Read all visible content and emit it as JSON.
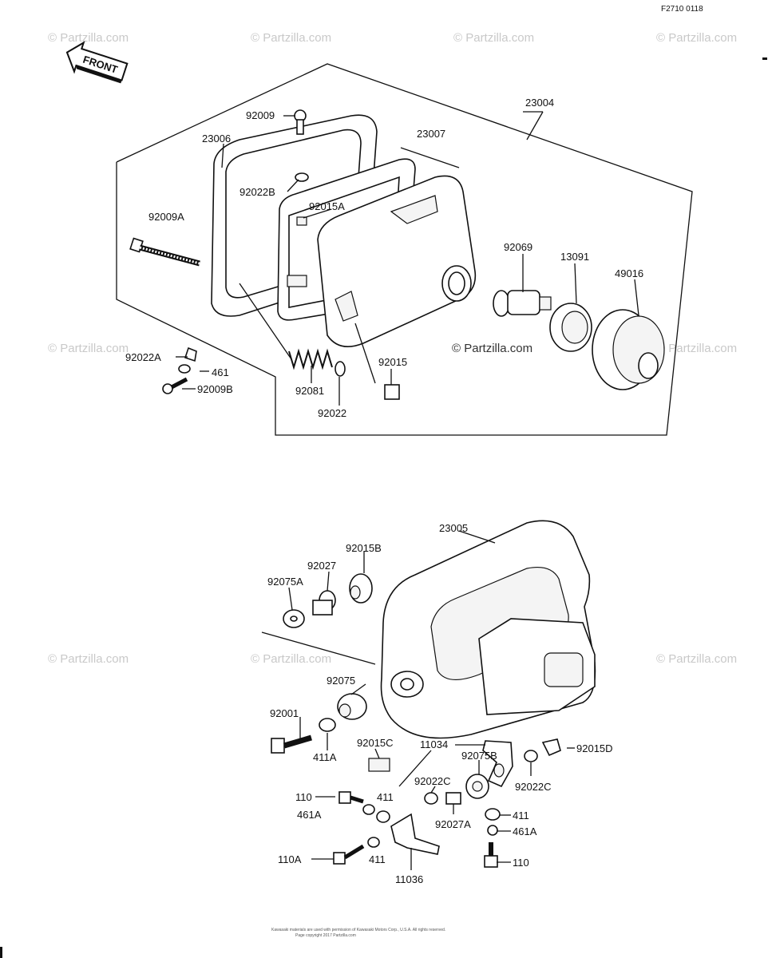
{
  "ref_code": "F2710 0118",
  "front_label": "FRONT",
  "watermark": "© Partzilla.com",
  "watermark_center": "© Partzilla.com",
  "footer": {
    "line1": "Kawasaki materials are used with permission of Kawasaki Motors Corp., U.S.A. All rights reserved.",
    "line2": "Page copyright 2017 Partzilla.com"
  },
  "labels": {
    "p23004": "23004",
    "p92009": "92009",
    "p23006": "23006",
    "p23007": "23007",
    "p92022B": "92022B",
    "p92015A": "92015A",
    "p92009A": "92009A",
    "p92069": "92069",
    "p13091": "13091",
    "p49016": "49016",
    "p92022A": "92022A",
    "p461_top": "461",
    "p92009B": "92009B",
    "p92081": "92081",
    "p92015": "92015",
    "p92022": "92022",
    "p23005": "23005",
    "p92015B": "92015B",
    "p92027": "92027",
    "p92075A": "92075A",
    "p92075": "92075",
    "p92001": "92001",
    "p411A": "411A",
    "p92015C": "92015C",
    "p11034": "11034",
    "p92075B": "92075B",
    "p92015D": "92015D",
    "p92022C_left": "92022C",
    "p92022C_right": "92022C",
    "p110_left": "110",
    "p411_a": "411",
    "p461A_left": "461A",
    "p92027A": "92027A",
    "p411_b": "411",
    "p461A_right": "461A",
    "p110A": "110A",
    "p411_c": "411",
    "p110_right": "110",
    "p11036": "11036"
  }
}
